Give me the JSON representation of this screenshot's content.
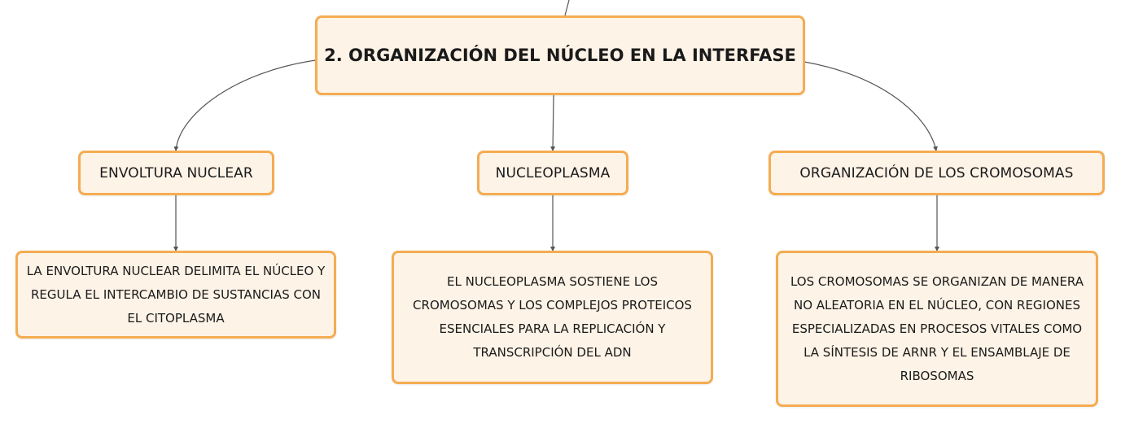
{
  "colors": {
    "node_fill": "#fdf3e7",
    "node_border": "#f5ac52",
    "connector": "#555555"
  },
  "diagram": {
    "root": {
      "text": "2. ORGANIZACIÓN DEL NÚCLEO EN LA INTERFASE"
    },
    "branches": [
      {
        "label": "ENVOLTURA NUCLEAR",
        "detail": "LA ENVOLTURA NUCLEAR DELIMITA EL NÚCLEO Y REGULA EL INTERCAMBIO DE SUSTANCIAS CON EL CITOPLASMA"
      },
      {
        "label": "NUCLEOPLASMA",
        "detail": "EL NUCLEOPLASMA SOSTIENE LOS CROMOSOMAS Y LOS COMPLEJOS PROTEICOS ESENCIALES PARA LA REPLICACIÓN Y TRANSCRIPCIÓN DEL ADN"
      },
      {
        "label": "ORGANIZACIÓN DE LOS CROMOSOMAS",
        "detail": "LOS CROMOSOMAS SE ORGANIZAN DE MANERA NO ALEATORIA EN EL NÚCLEO, CON REGIONES ESPECIALIZADAS EN PROCESOS VITALES COMO LA SÍNTESIS DE ARNR Y EL ENSAMBLAJE DE RIBOSOMAS"
      }
    ]
  }
}
